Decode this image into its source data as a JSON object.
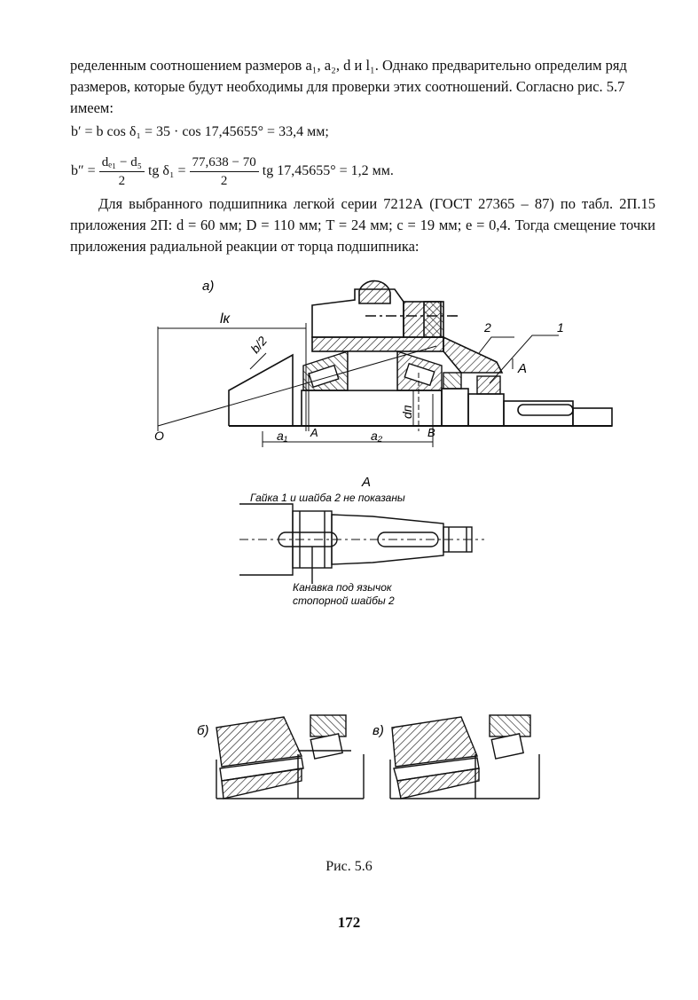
{
  "paragraph1": "ределенным соотношением размеров a₁, a₂, d и l₁. Однако предварительно определим ряд размеров, которые будут необходимы для проверки этих соотношений. Согласно рис. 5.7 имеем:",
  "eq1": "b′ = b cos δ₁ = 35 · cos 17,45655° = 33,4 мм;",
  "eq2": {
    "lhs": "b″ =",
    "frac1_num": "dₑ₁ − d₅",
    "frac1_den": "2",
    "mid": "tg δ₁ =",
    "frac2_num": "77,638 − 70",
    "frac2_den": "2",
    "rhs": "tg 17,45655° = 1,2 мм."
  },
  "paragraph2": "Для выбранного подшипника легкой серии 7212А (ГОСТ 27365 – 87) по табл. 2П.15 приложения 2П: d = 60 мм; D = 110 мм; T = 24 мм; c = 19 мм; e = 0,4. Тогда смещение точки приложения радиальной реакции от торца подшипника:",
  "figure": {
    "label_a": "a)",
    "label_lk": "lк",
    "label_b2": "b/2",
    "label_2": "2",
    "label_1": "1",
    "label_A_arrow": "A",
    "label_O": "O",
    "label_a1": "a₁",
    "label_A_point": "A",
    "label_a2": "a₂",
    "label_B": "B",
    "label_dp": "dп",
    "view_title": "A",
    "view_note": "Гайка 1 и шайба 2 не показаны",
    "groove_note_line1": "Канавка под язычок",
    "groove_note_line2": "стопорной шайбы 2",
    "label_b": "б)",
    "label_v": "в)"
  },
  "caption": "Рис. 5.6",
  "page_number": "172"
}
